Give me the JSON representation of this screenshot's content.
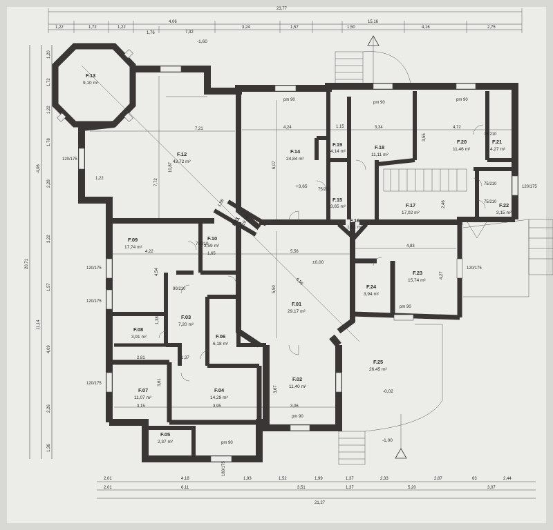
{
  "rooms": [
    {
      "id": "F.13",
      "area": "9,10 m²"
    },
    {
      "id": "F.12",
      "area": "43,72 m²"
    },
    {
      "id": "F.14",
      "area": "24,84 m²"
    },
    {
      "id": "F.19",
      "area": "4,14 m²"
    },
    {
      "id": "F.18",
      "area": "11,11 m²"
    },
    {
      "id": "F.20",
      "area": "11,46 m²"
    },
    {
      "id": "F.21",
      "area": "4,27 m²"
    },
    {
      "id": "F.15",
      "area": "3,65 m²"
    },
    {
      "id": "F.16",
      "area": "1,92 m²"
    },
    {
      "id": "F.17",
      "area": "17,02 m²"
    },
    {
      "id": "F.22",
      "area": "3,15 m²"
    },
    {
      "id": "F.11",
      "area": "2,19 m²"
    },
    {
      "id": "F.09",
      "area": "17,74 m²"
    },
    {
      "id": "F.10",
      "area": "3,59 m²"
    },
    {
      "id": "F.01",
      "area": "29,17 m²"
    },
    {
      "id": "F.23",
      "area": "15,74 m²"
    },
    {
      "id": "F.24",
      "area": "3,94 m²"
    },
    {
      "id": "F.03",
      "area": "7,20 m²"
    },
    {
      "id": "F.08",
      "area": "3,91 m²"
    },
    {
      "id": "F.06",
      "area": "6,18 m²"
    },
    {
      "id": "F.25",
      "area": "26,45 m²"
    },
    {
      "id": "F.07",
      "area": "11,07 m²"
    },
    {
      "id": "F.04",
      "area": "14,29 m²"
    },
    {
      "id": "F.02",
      "area": "11,40 m²"
    },
    {
      "id": "F.05",
      "area": "2,37 m²"
    }
  ],
  "levels": {
    "f14": "+3,65",
    "f01": "±0,00",
    "f25": "-0,02",
    "stair_down": "-1,00",
    "top": "-1,60"
  },
  "dims_top_row1": [
    "1,22",
    "1,72",
    "1,22",
    "4,06",
    "7,32",
    "3,24",
    "1,57",
    "1,50",
    "15,16",
    "4,16",
    "2,75"
  ],
  "dims_top_row1_extra": [
    "1,76"
  ],
  "dims_top_total": "23,77",
  "dims_bottom_row1": [
    "2,01",
    "4,18",
    "1,93",
    "1,52",
    "1,99",
    "1,37",
    "2,33",
    "2,87",
    "63",
    "2,44"
  ],
  "dims_bottom_row2": [
    "2,01",
    "6,11",
    "3,51",
    "1,37",
    "5,20",
    "3,07"
  ],
  "dims_bottom_total": "21,27",
  "dims_left_row1": [
    "1,20",
    "1,72",
    "1,22",
    "1,78",
    "2,28",
    "3,22",
    "1,57",
    "4,09",
    "2,26",
    "1,36"
  ],
  "dims_left_row2": [
    "4,06",
    "11,14"
  ],
  "dims_left_total": "20,71",
  "inner_dims": {
    "d721": "7,21",
    "d424": "4,24",
    "d334": "3,34",
    "d472": "4,72",
    "d1087": "10,87",
    "d772": "7,72",
    "d607": "6,07",
    "d355": "3,55",
    "d246": "2,46",
    "d422": "4,22",
    "d556": "5,56",
    "d483": "4,83",
    "d454": "4,54",
    "d550": "5,50",
    "d427": "4,27",
    "d656": "6,56",
    "d281": "2,81",
    "d137": "1,37",
    "d361": "3,61",
    "d367": "3,67",
    "d315": "3,15",
    "d395": "3,95",
    "d306": "3,06",
    "d122": "1,22",
    "d165": "1,65",
    "d138": "1,38",
    "d115": "1,15",
    "d198": "1,98"
  },
  "openings": {
    "w_120_175": "120/175",
    "pm90": "pm 90",
    "d75_210": "75/210",
    "d90_210": "90/210",
    "d180_175": "180/175"
  }
}
